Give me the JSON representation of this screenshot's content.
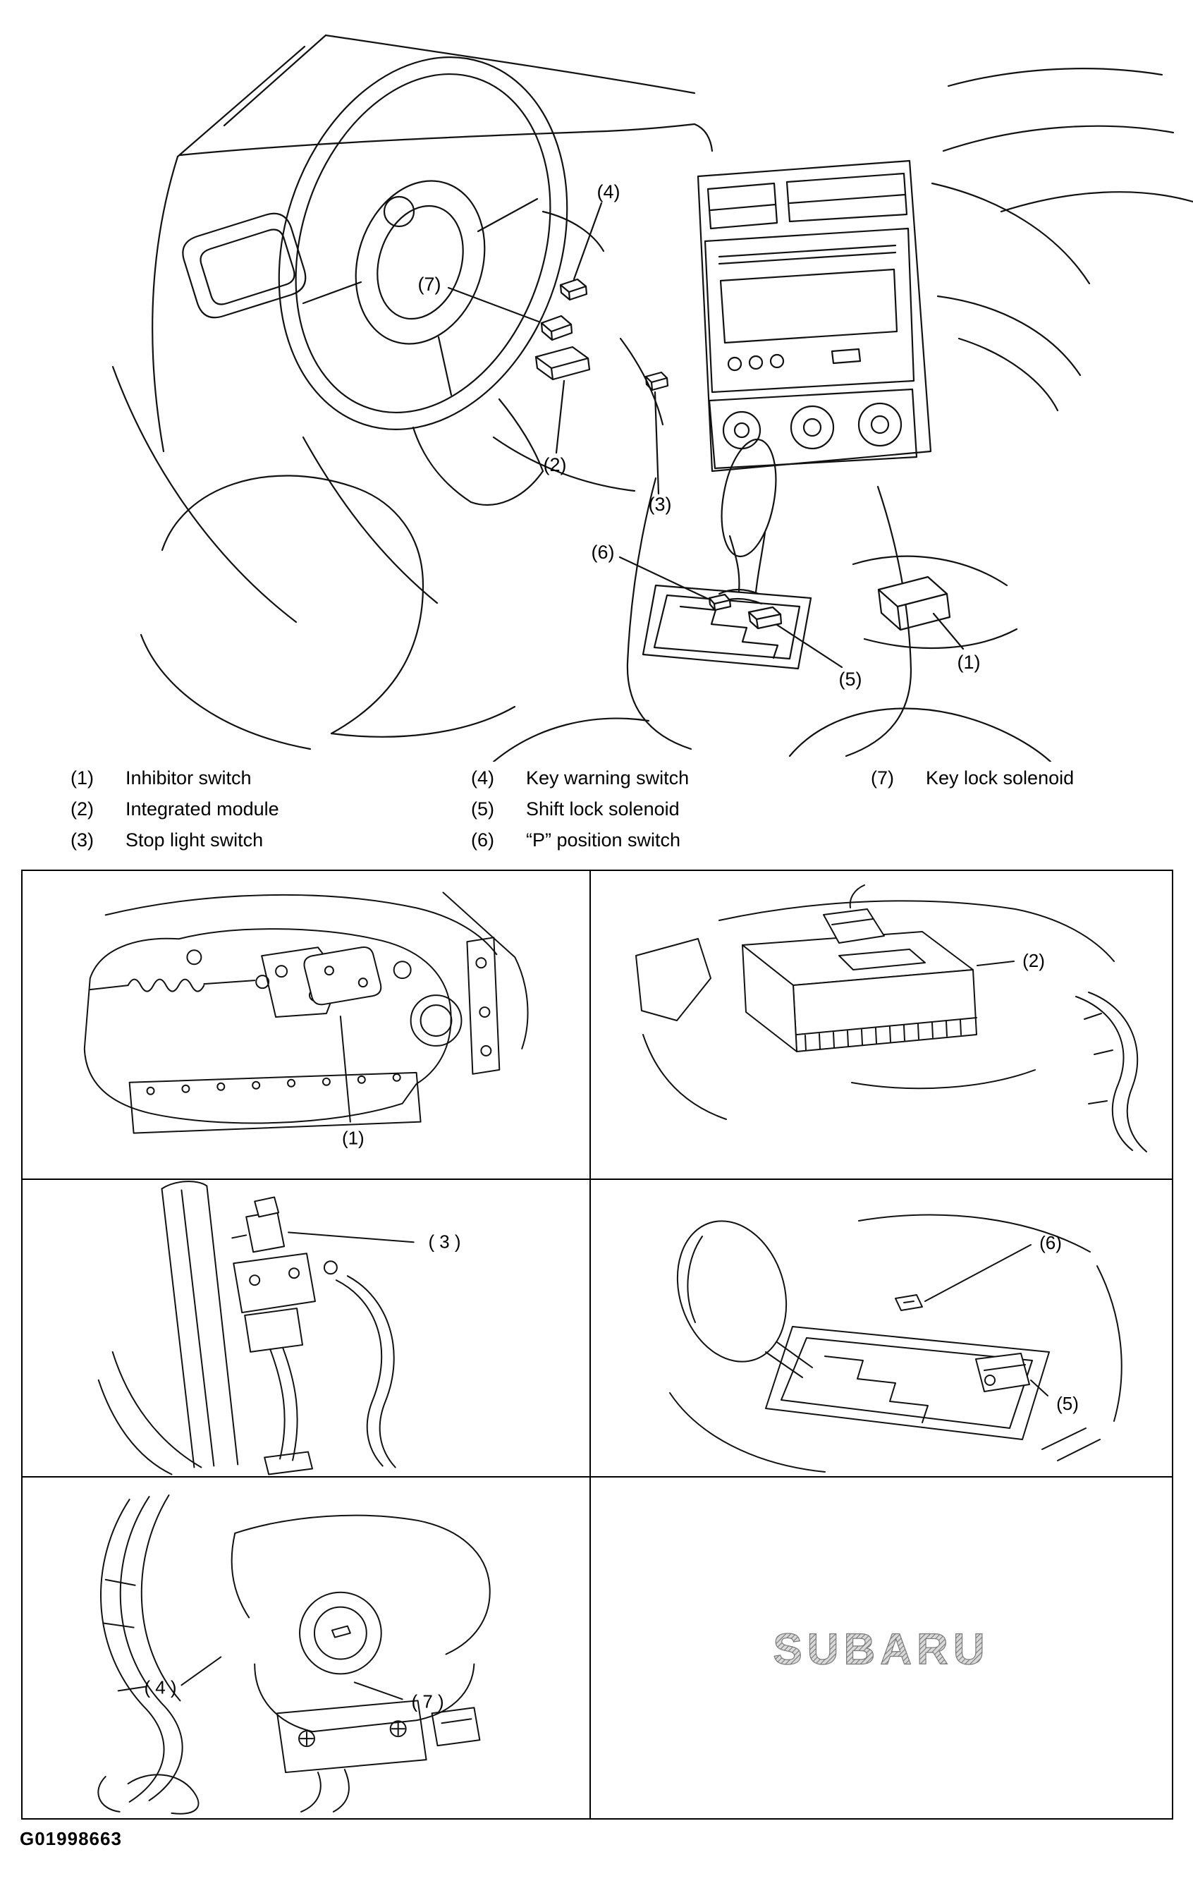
{
  "figure_id": "G01998663",
  "brand": "SUBARU",
  "overview": {
    "callouts": {
      "c1": "(1)",
      "c2": "(2)",
      "c3": "(3)",
      "c4": "(4)",
      "c5": "(5)",
      "c6": "(6)",
      "c7": "(7)"
    }
  },
  "legend": {
    "cols": [
      {
        "items": [
          {
            "num": "(1)",
            "label": "Inhibitor switch"
          },
          {
            "num": "(2)",
            "label": "Integrated module"
          },
          {
            "num": "(3)",
            "label": "Stop light switch"
          }
        ]
      },
      {
        "items": [
          {
            "num": "(4)",
            "label": "Key warning switch"
          },
          {
            "num": "(5)",
            "label": "Shift lock solenoid"
          },
          {
            "num": "(6)",
            "label": "“P” position switch"
          }
        ]
      },
      {
        "items": [
          {
            "num": "(7)",
            "label": "Key lock solenoid"
          }
        ]
      }
    ]
  },
  "panels": {
    "inhibitor": {
      "callout": "(1)"
    },
    "module": {
      "callout": "(2)"
    },
    "stoplight": {
      "callout": "( 3 )"
    },
    "shifter": {
      "callout_p": "(6)",
      "callout_sol": "(5)"
    },
    "ignition": {
      "callout_key": "( 4 )",
      "callout_lock": "( 7 )"
    }
  }
}
